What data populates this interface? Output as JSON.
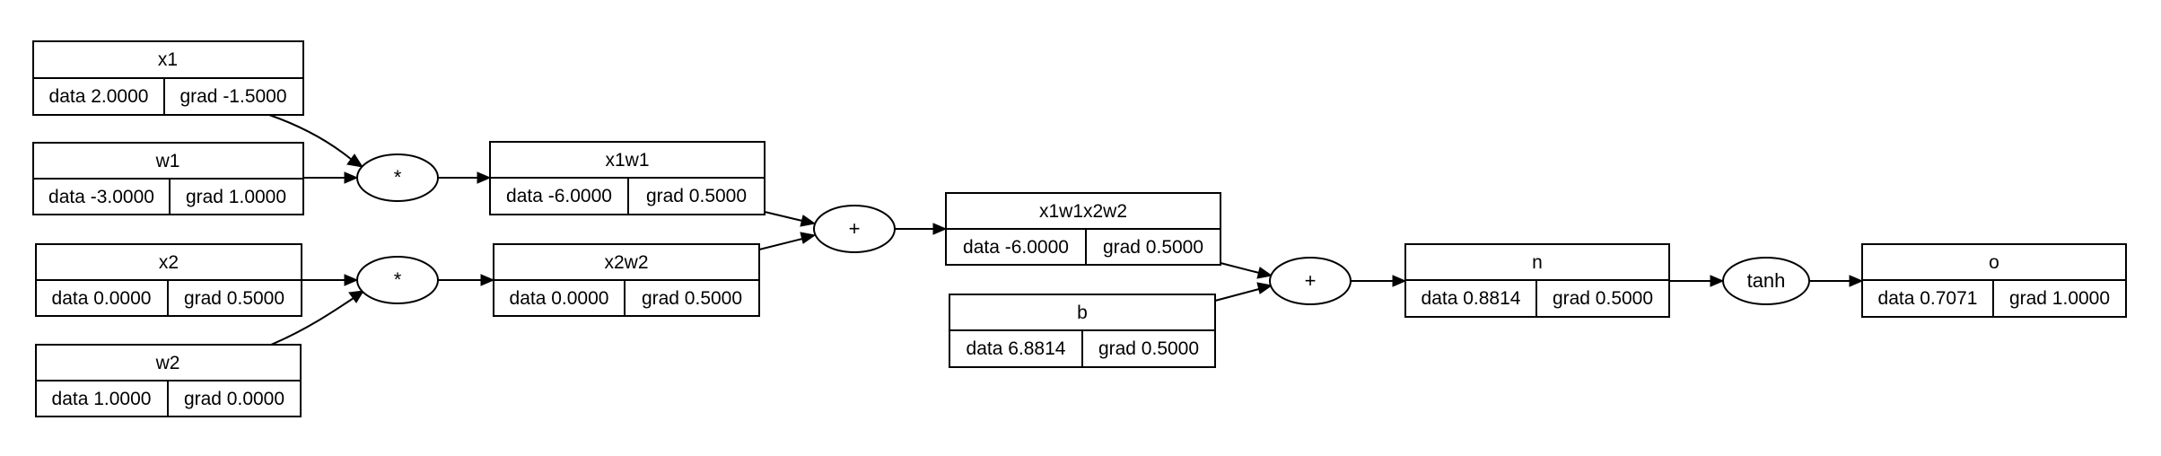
{
  "nodes": [
    {
      "id": "x1",
      "label": "x1",
      "data": "data 2.0000",
      "grad": "grad -1.5000"
    },
    {
      "id": "w1",
      "label": "w1",
      "data": "data -3.0000",
      "grad": "grad 1.0000"
    },
    {
      "id": "x2",
      "label": "x2",
      "data": "data 0.0000",
      "grad": "grad 0.5000"
    },
    {
      "id": "w2",
      "label": "w2",
      "data": "data 1.0000",
      "grad": "grad 0.0000"
    },
    {
      "id": "x1w1",
      "label": "x1w1",
      "data": "data -6.0000",
      "grad": "grad 0.5000"
    },
    {
      "id": "x2w2",
      "label": "x2w2",
      "data": "data 0.0000",
      "grad": "grad 0.5000"
    },
    {
      "id": "x1w1x2w2",
      "label": "x1w1x2w2",
      "data": "data -6.0000",
      "grad": "grad 0.5000"
    },
    {
      "id": "b",
      "label": "b",
      "data": "data 6.8814",
      "grad": "grad 0.5000"
    },
    {
      "id": "n",
      "label": "n",
      "data": "data 0.8814",
      "grad": "grad 0.5000"
    },
    {
      "id": "o",
      "label": "o",
      "data": "data 0.7071",
      "grad": "grad 1.0000"
    }
  ],
  "ops": [
    {
      "id": "op-mul-1",
      "label": "*"
    },
    {
      "id": "op-mul-2",
      "label": "*"
    },
    {
      "id": "op-add-1",
      "label": "+"
    },
    {
      "id": "op-add-2",
      "label": "+"
    },
    {
      "id": "op-tanh",
      "label": "tanh"
    }
  ],
  "edges": [
    {
      "from": "x1",
      "to": "op-mul-1"
    },
    {
      "from": "w1",
      "to": "op-mul-1"
    },
    {
      "from": "op-mul-1",
      "to": "x1w1"
    },
    {
      "from": "x2",
      "to": "op-mul-2"
    },
    {
      "from": "w2",
      "to": "op-mul-2"
    },
    {
      "from": "op-mul-2",
      "to": "x2w2"
    },
    {
      "from": "x1w1",
      "to": "op-add-1"
    },
    {
      "from": "x2w2",
      "to": "op-add-1"
    },
    {
      "from": "op-add-1",
      "to": "x1w1x2w2"
    },
    {
      "from": "x1w1x2w2",
      "to": "op-add-2"
    },
    {
      "from": "b",
      "to": "op-add-2"
    },
    {
      "from": "op-add-2",
      "to": "n"
    },
    {
      "from": "n",
      "to": "op-tanh"
    },
    {
      "from": "op-tanh",
      "to": "o"
    }
  ]
}
